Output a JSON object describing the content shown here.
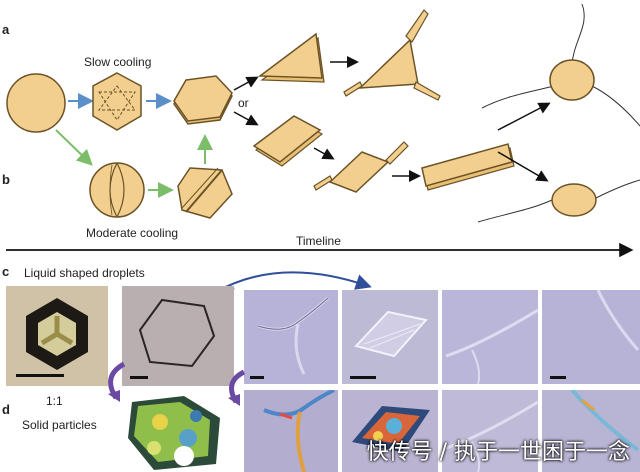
{
  "figure": {
    "panel_a": "a",
    "panel_b": "b",
    "panel_c": "c",
    "panel_d": "d",
    "slow_cooling": "Slow cooling",
    "moderate_cooling": "Moderate cooling",
    "or_top": "or",
    "or_photo": "or",
    "timeline": "Timeline",
    "liquid_shaped": "Liquid shaped droplets",
    "ratio": "1:1",
    "solid_particles": "Solid particles"
  },
  "watermark": "快传号 / 执于一世困于一念",
  "colors": {
    "crystal": "#f2cf8e",
    "crystal_edge": "#6b5326",
    "blue_arrow": "#5b8fc9",
    "green_arrow": "#7cbd6a",
    "photo_purple": "#b7b3d8",
    "photo_gray": "#cfc9cc"
  }
}
